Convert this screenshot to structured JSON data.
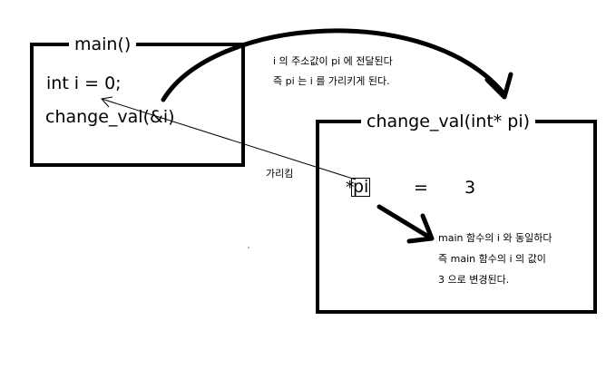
{
  "main_box": {
    "title": "main()",
    "line1": "int i = 0;",
    "line2": "change_val(&i)"
  },
  "func_box": {
    "title": "change_val(int* pi)",
    "star": "*",
    "pi": "pi",
    "equals": "=",
    "value": "3"
  },
  "arc_note": {
    "line1": "i 의 주소값이 pi 에 전달된다",
    "line2": "즉 pi 는 i 를 가리키게 된다."
  },
  "pointer_label": "가리킴",
  "result_note": {
    "line1": "main 함수의  i 와 동일하다",
    "line2": "즉 main 함수의 i 의 값이",
    "line3": "3 으로 변경된다."
  },
  "colors": {
    "ink": "#000000",
    "background": "#ffffff"
  }
}
